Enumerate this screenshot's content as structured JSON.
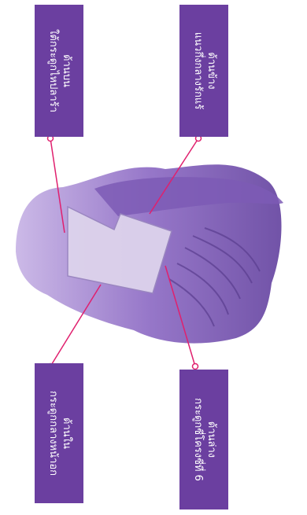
{
  "labels": {
    "top_left": {
      "line1": "ด้านบน",
      "line2": "ใต้กระดูกไหปลาร้า"
    },
    "top_right": {
      "line1": "ด้านข้าง",
      "line2": "แนวกึ่งกลางรักแร้"
    },
    "bottom_left": {
      "line1": "ด้านใน",
      "line2": "กระดูกกลางหน้าอก"
    },
    "bottom_right": {
      "line1": "ด้านล่าง",
      "line2": "กระดูกซี่โครงซี่ที่ 6"
    }
  },
  "colors": {
    "label_bg": "#6b3fa0",
    "leader_line": "#e0206e",
    "body": "#8e6cc0",
    "patch": "#d9cfe8"
  }
}
